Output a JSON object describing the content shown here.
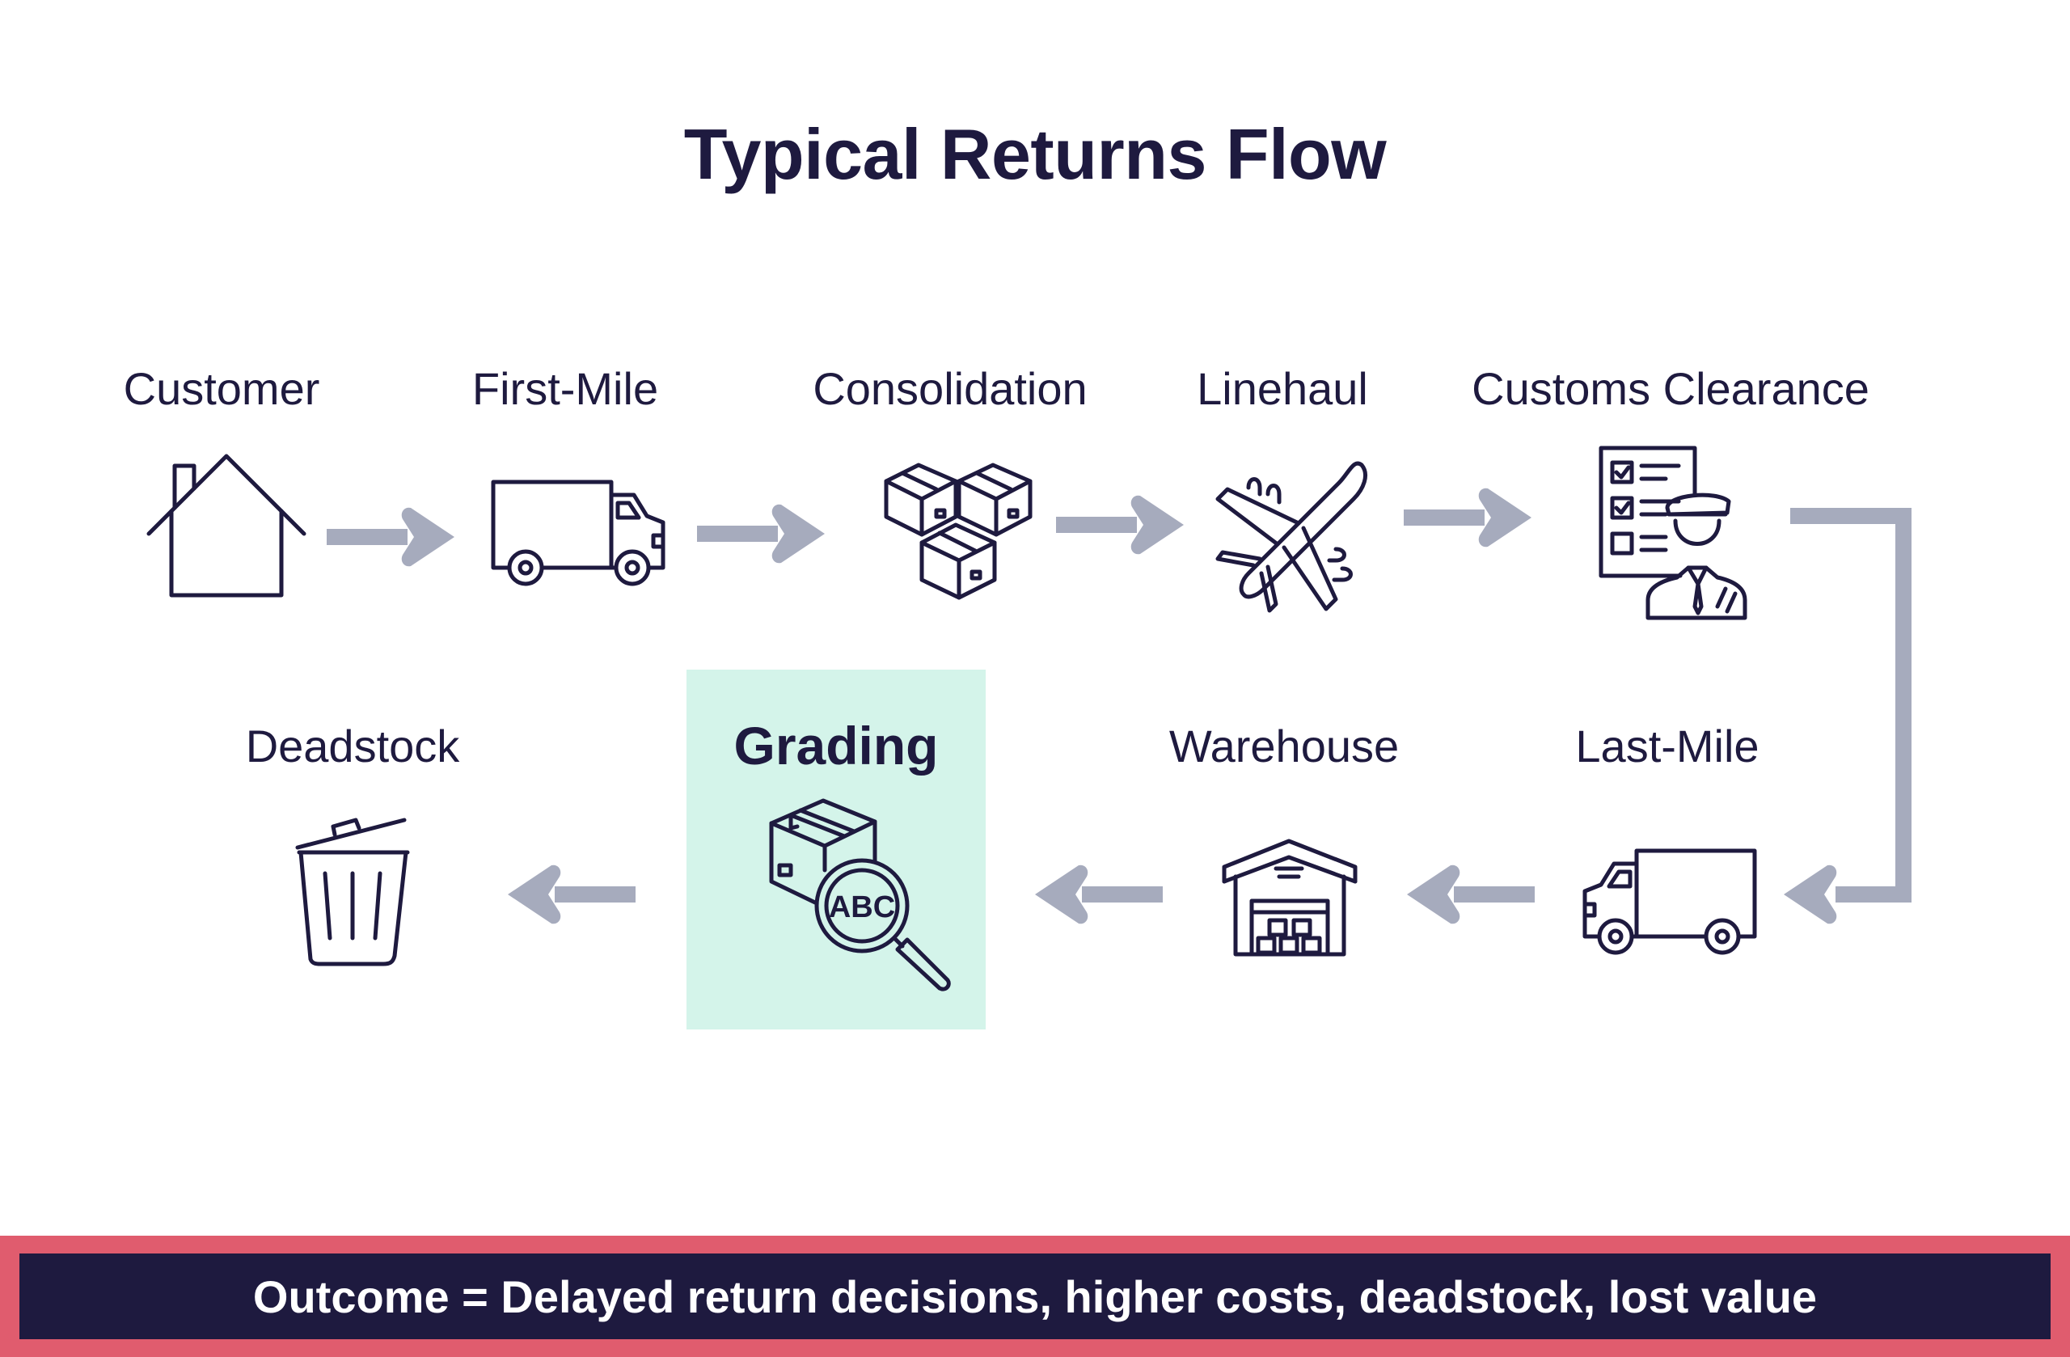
{
  "title": "Typical Returns Flow",
  "colors": {
    "ink": "#1e1a3f",
    "arrow": "#a6abbd",
    "highlight": "#d4f4ea",
    "banner_border": "#e05c6e",
    "banner_fill": "#1e1a3f"
  },
  "steps": [
    {
      "label": "Customer",
      "icon": "house-icon"
    },
    {
      "label": "First-Mile",
      "icon": "truck-icon"
    },
    {
      "label": "Consolidation",
      "icon": "boxes-icon"
    },
    {
      "label": "Linehaul",
      "icon": "airplane-icon"
    },
    {
      "label": "Customs Clearance",
      "icon": "customs-officer-checklist-icon"
    },
    {
      "label": "Last-Mile",
      "icon": "truck-icon"
    },
    {
      "label": "Warehouse",
      "icon": "warehouse-icon"
    },
    {
      "label": "Grading",
      "icon": "box-magnifier-icon",
      "highlighted": true,
      "icon_text": "ABC"
    },
    {
      "label": "Deadstock",
      "icon": "trash-can-icon"
    }
  ],
  "outcome": "Outcome = Delayed return decisions, higher costs, deadstock, lost value"
}
